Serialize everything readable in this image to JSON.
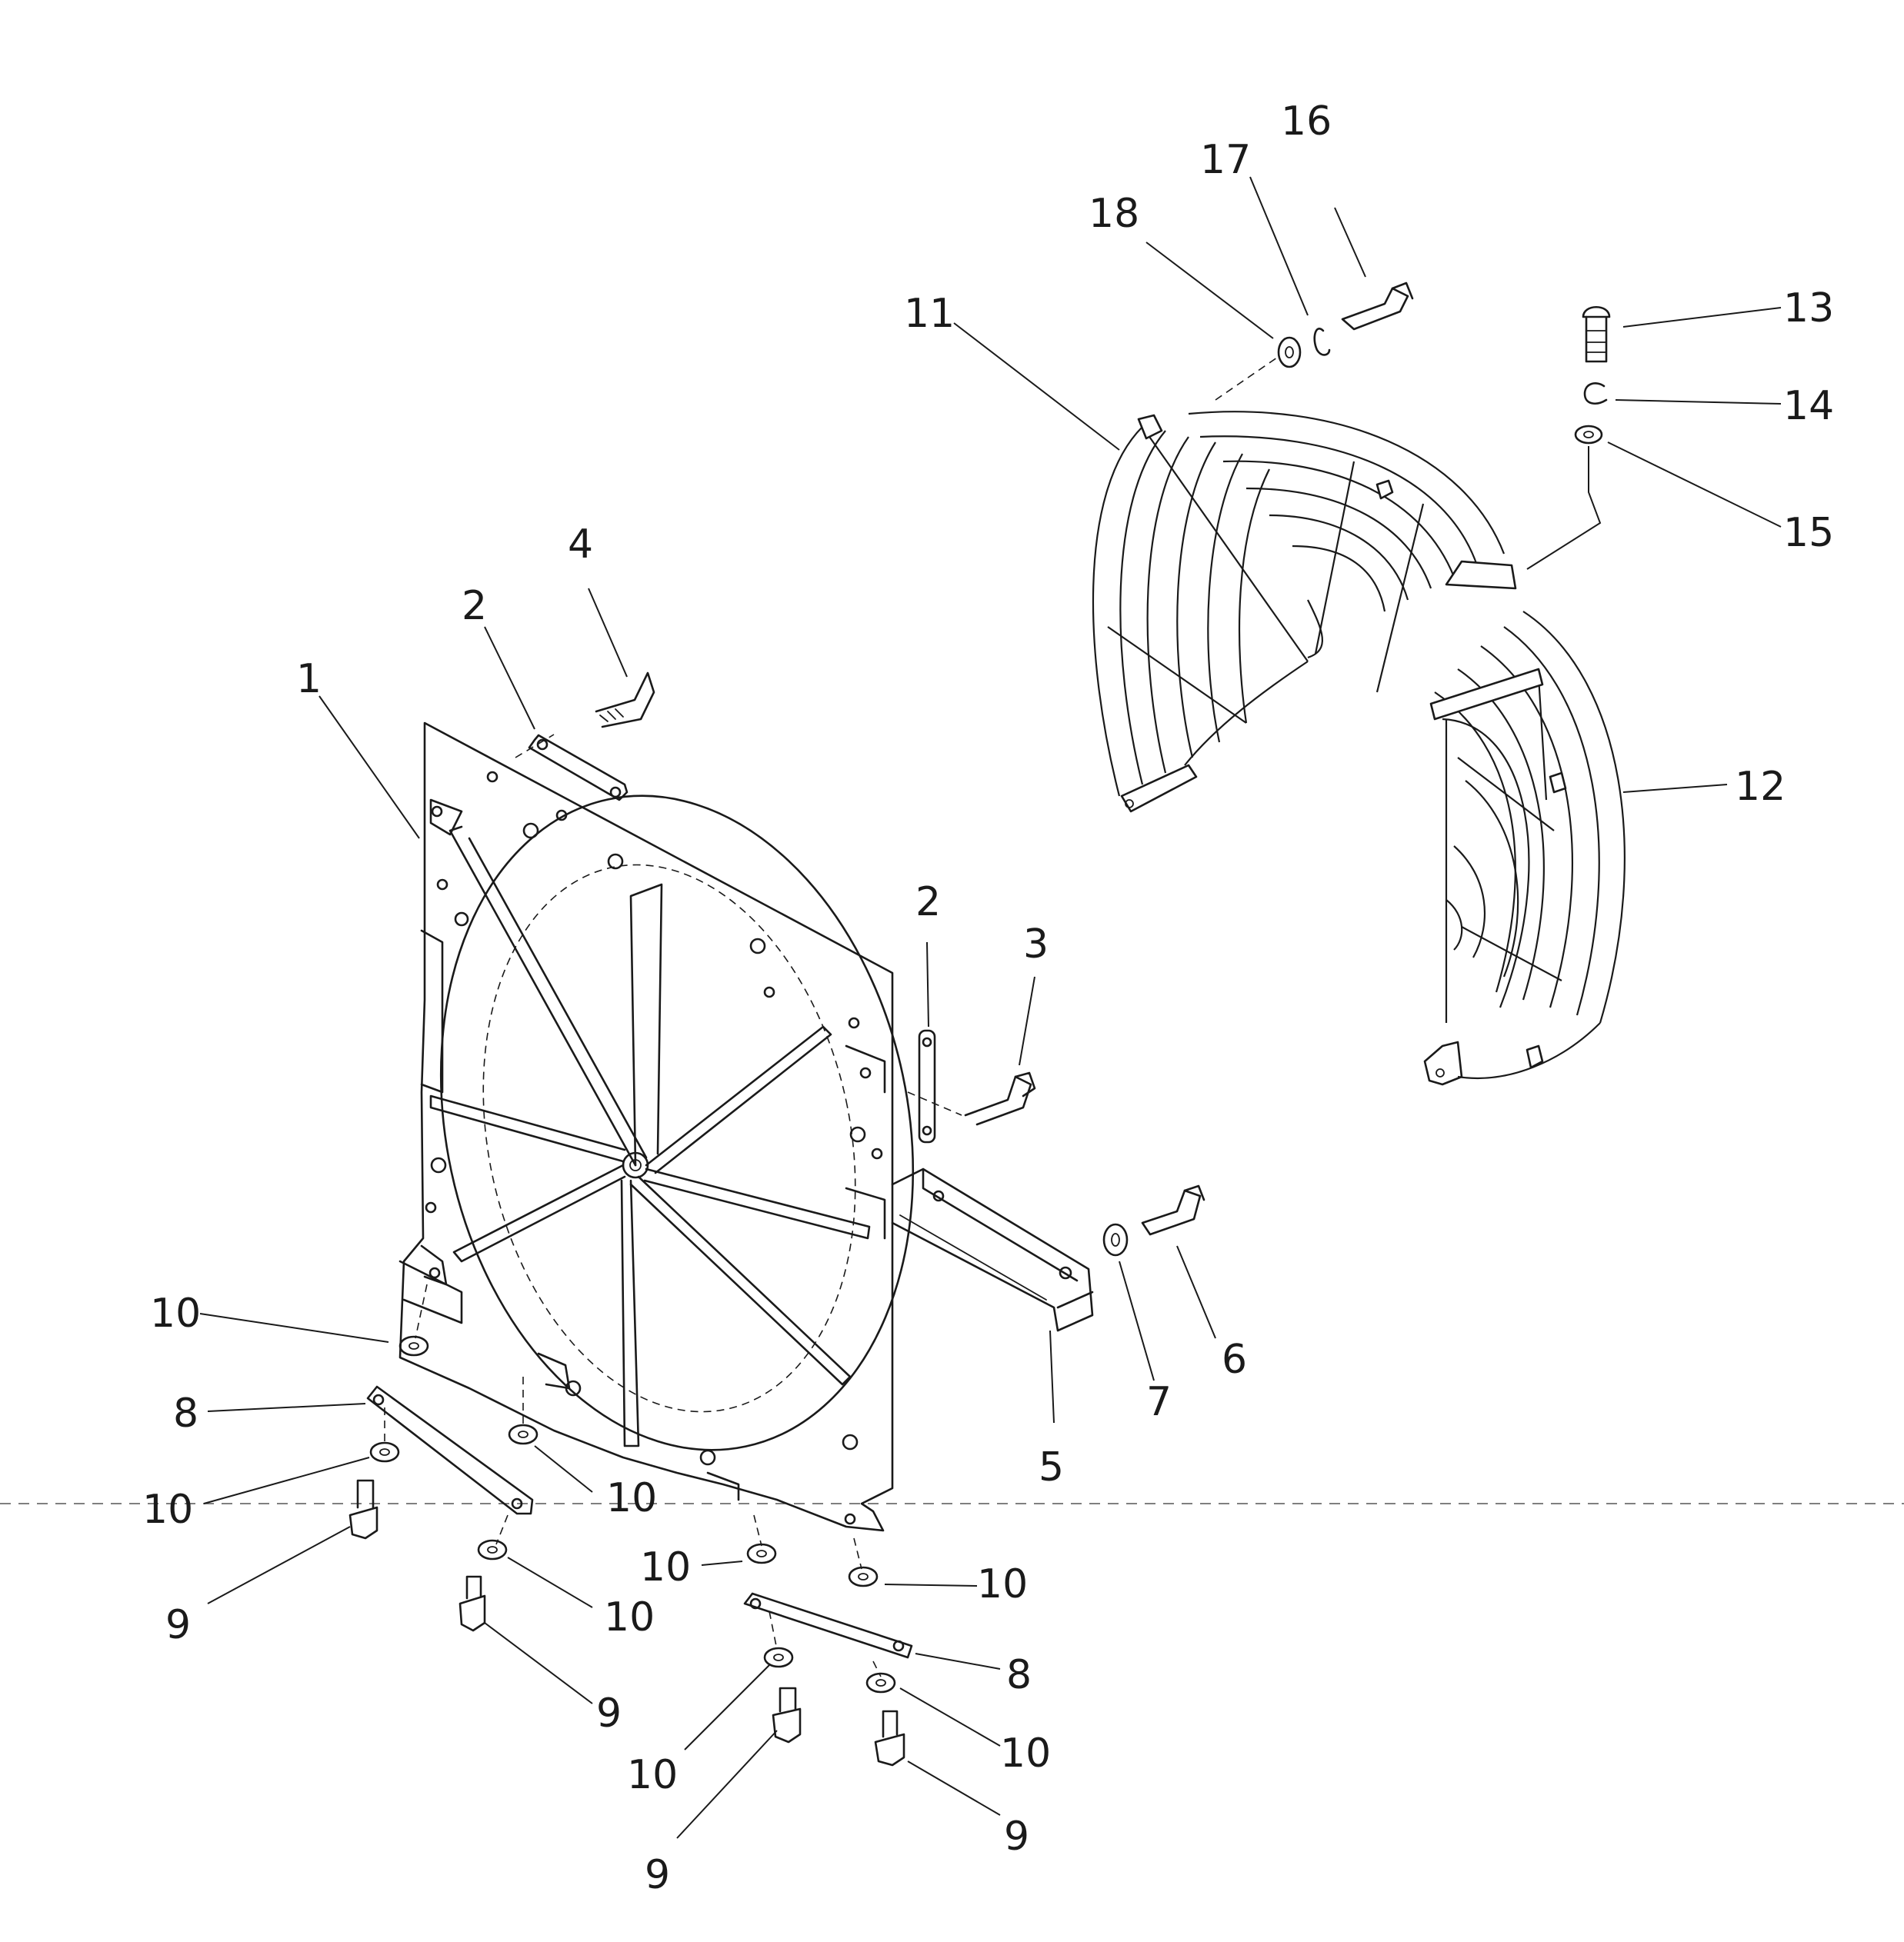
{
  "callouts": {
    "c1": "1",
    "c2a": "2",
    "c2b": "2",
    "c3": "3",
    "c4": "4",
    "c5": "5",
    "c6": "6",
    "c7": "7",
    "c8a": "8",
    "c8b": "8",
    "c9a": "9",
    "c9b": "9",
    "c9c": "9",
    "c9d": "9",
    "c10a": "10",
    "c10b": "10",
    "c10c": "10",
    "c10d": "10",
    "c10e": "10",
    "c10f": "10",
    "c10g": "10",
    "c10h": "10",
    "c11": "11",
    "c12": "12",
    "c13": "13",
    "c14": "14",
    "c15": "15",
    "c16": "16",
    "c17": "17",
    "c18": "18"
  },
  "colors": {
    "line": "#1a1a1a",
    "paper": "#ffffff"
  }
}
